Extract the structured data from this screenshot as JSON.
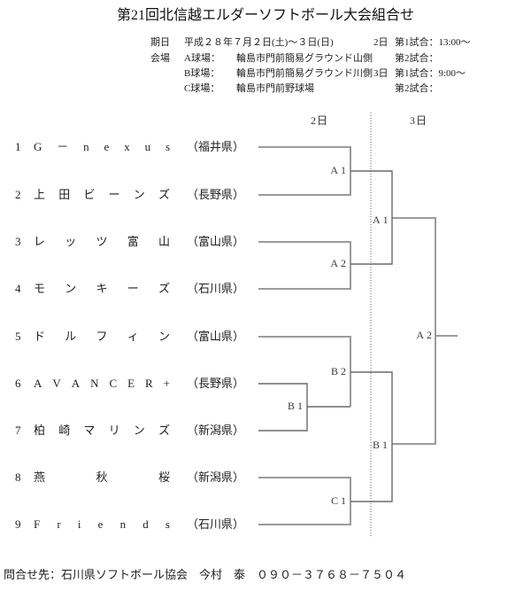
{
  "title": "第21回北信越エルダーソフトボール大会組合せ",
  "header": {
    "date_label": "期日",
    "date_value": "平成２８年７月２日(土)～３日(日)",
    "venue_label": "会場",
    "venues": [
      {
        "label": "A球場：",
        "value": "輪島市門前簡易グラウンド山側"
      },
      {
        "label": "B球場：",
        "value": "輪島市門前簡易グラウンド川側"
      },
      {
        "label": "C球場：",
        "value": "輪島市門前野球場"
      }
    ],
    "schedule": {
      "day2": {
        "label": "2日",
        "game1": "第1試合：13:00～",
        "game2": "第2試合："
      },
      "day3": {
        "label": "3日",
        "game1": "第1試合：9:00～",
        "game2": "第2試合："
      }
    }
  },
  "bracket": {
    "day_headers": [
      "2日",
      "3日"
    ],
    "teams": [
      {
        "no": "1",
        "name": "G－nexus",
        "prefecture": "（福井県）"
      },
      {
        "no": "2",
        "name": "上田ビーンズ",
        "prefecture": "（長野県）"
      },
      {
        "no": "3",
        "name": "レッツ富山",
        "prefecture": "（富山県）"
      },
      {
        "no": "4",
        "name": "モンキーズ",
        "prefecture": "（石川県）"
      },
      {
        "no": "5",
        "name": "ドルフィン",
        "prefecture": "（富山県）"
      },
      {
        "no": "6",
        "name": "AVANCER+",
        "prefecture": "（長野県）"
      },
      {
        "no": "7",
        "name": "柏崎マリンズ",
        "prefecture": "（新潟県）"
      },
      {
        "no": "8",
        "name": "燕秋桜",
        "prefecture": "（新潟県）"
      },
      {
        "no": "9",
        "name": "Friends",
        "prefecture": "（石川県）"
      }
    ],
    "labels": {
      "r1_a1": "A1",
      "r1_a2": "A2",
      "r1_b1": "B1",
      "r1_b2": "B2",
      "r1_c1": "C1",
      "r2_a1": "A1",
      "r2_b1": "B1",
      "final": "A2"
    }
  },
  "footer": {
    "contact": "問合せ先：石川県ソフトボール協会　今村　泰　０９０－３７６８－７５０４"
  }
}
